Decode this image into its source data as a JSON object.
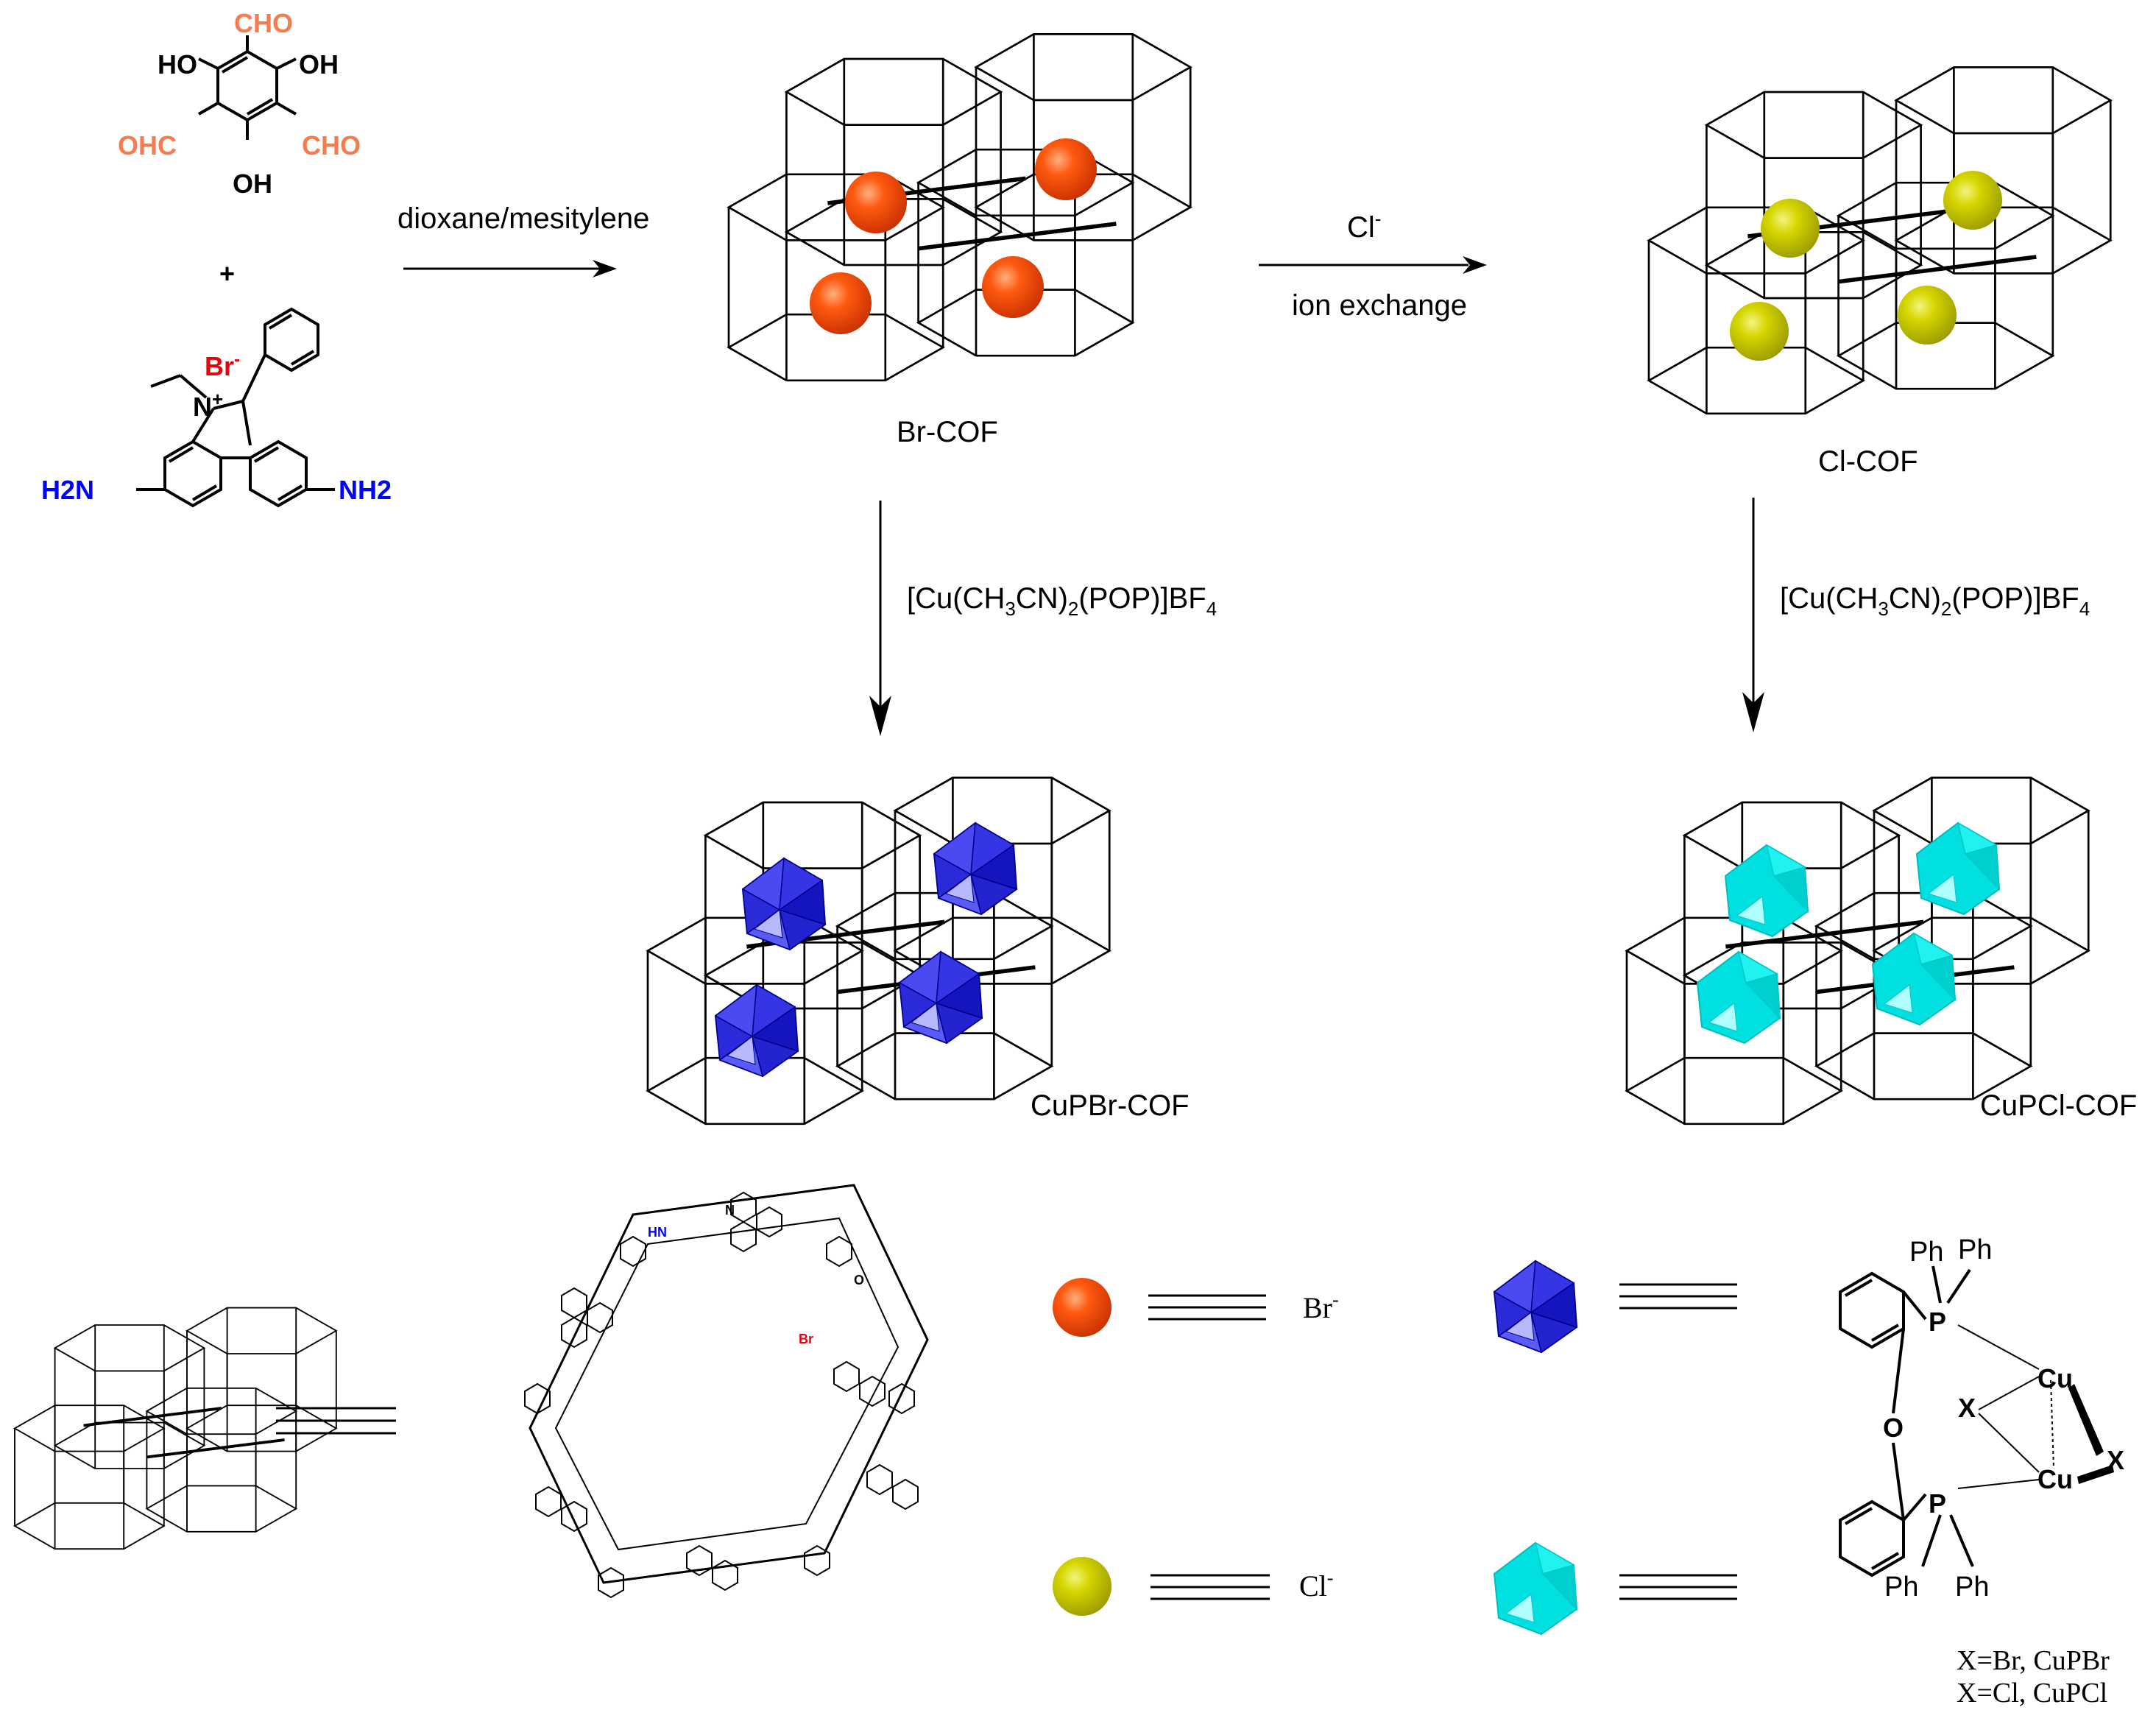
{
  "reactants": {
    "aldehyde": {
      "cho_top": "CHO",
      "oh_left": "HO",
      "oh_right": "OH",
      "ohc_left": "OHC",
      "cho_right": "CHO",
      "oh_bottom": "OH"
    },
    "plus": "+",
    "amine": {
      "counterion": "Br",
      "counterion_charge": "-",
      "nitrogen": "N",
      "nitrogen_charge": "+",
      "nh2_left": "H2N",
      "nh2_right": "NH2"
    }
  },
  "steps": {
    "condensation": "dioxane/mesitylene",
    "exchange_reagent": "Cl",
    "exchange_reagent_charge": "-",
    "exchange_label": "ion exchange",
    "cu_reagent": "[Cu(CH3CN)2(POP)]BF4"
  },
  "products": {
    "br_cof": "Br-COF",
    "cl_cof": "Cl-COF",
    "cupbr_cof": "CuPBr-COF",
    "cupcl_cof": "CuPCl-COF"
  },
  "legend": {
    "br_ion": "Br",
    "cl_ion": "Cl",
    "ion_charge": "-"
  },
  "pore_structure": {
    "nh_label": "HN",
    "carbonyl": "O",
    "br_label": "Br",
    "n_label": "N"
  },
  "complex": {
    "ph_labels": [
      "Ph",
      "Ph",
      "Ph",
      "Ph"
    ],
    "phosphorus": "P",
    "oxygen": "O",
    "copper": "Cu",
    "halide": "X",
    "note_br": "X=Br, CuPBr",
    "note_cl": "X=Cl, CuPCl"
  },
  "colors": {
    "aldehyde_group": "#f47c50",
    "amine_group": "#0000ff",
    "bromide_label": "#e8000b",
    "br_sphere": "#ff4a00",
    "cl_sphere": "#d4d400",
    "cu_br_cluster": "#1f1fe0",
    "cu_cl_cluster": "#00e5e5"
  }
}
